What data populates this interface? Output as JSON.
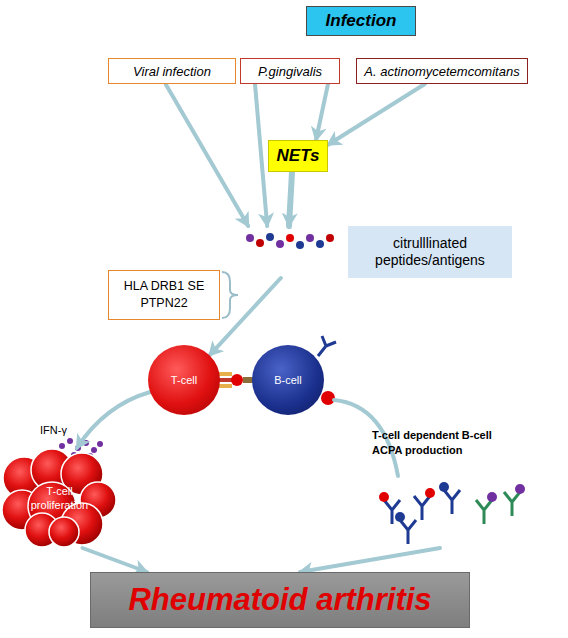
{
  "diagram": {
    "nodes": [
      {
        "text": [
          "Infection"
        ]
      },
      {
        "text": [
          "Viral infection"
        ]
      },
      {
        "text": [
          "P.gingivalis"
        ]
      },
      {
        "text": [
          "A. actinomycetemcomitans"
        ]
      },
      {
        "text": [
          "NETs"
        ]
      },
      {
        "text": [
          "citrulllinated peptides/antigens"
        ]
      },
      {
        "text": [
          "HLA DRB1 SE PTPN22"
        ]
      },
      {
        "text": [
          "T-cell"
        ]
      },
      {
        "text": [
          "B-cell"
        ]
      },
      {
        "text": [
          "T-cell proliferation"
        ]
      },
      {
        "text": [
          "Rheumatoid arthritis"
        ]
      }
    ],
    "edges": [
      {
        "from": 2,
        "to": 4,
        "arrow": "to"
      },
      {
        "from": 3,
        "to": 4,
        "arrow": "to"
      },
      {
        "from": 1,
        "to": 5,
        "arrow": "to"
      },
      {
        "from": 2,
        "to": 5,
        "arrow": "to"
      },
      {
        "from": 4,
        "to": 5,
        "arrow": "to"
      },
      {
        "from": 5,
        "to": 7,
        "arrow": "to"
      },
      {
        "from": 7,
        "to": 9,
        "arrow": "to"
      },
      {
        "from": 9,
        "to": 10,
        "arrow": "to"
      }
    ],
    "labels": [
      "IFN-γ",
      "T-cell dependent B-cell ACPA production"
    ]
  }
}
